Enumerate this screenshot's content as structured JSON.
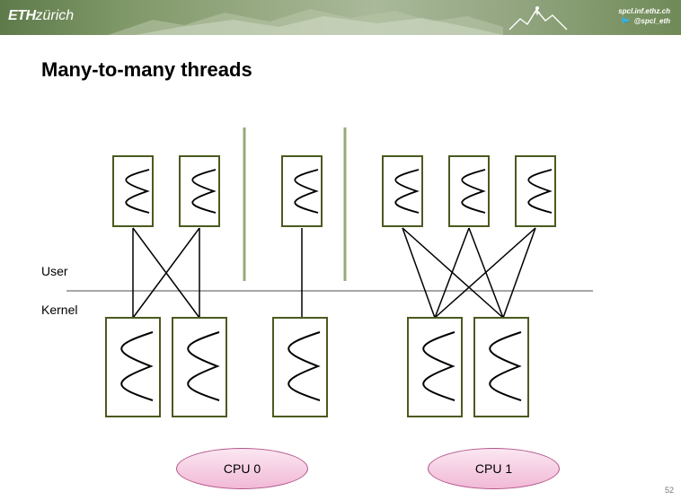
{
  "header": {
    "logo_bold": "ETH",
    "logo_rest": "zürich",
    "site": "spcl.inf.ethz.ch",
    "twitter_handle": "@spcl_eth",
    "twitter_icon": "twitter-bird-icon",
    "mountain_icon": "hiker-mountain-icon"
  },
  "title": "Many-to-many threads",
  "labels": {
    "user": "User",
    "kernel": "Kernel"
  },
  "cpus": [
    {
      "label": "CPU 0"
    },
    {
      "label": "CPU 1"
    }
  ],
  "colors": {
    "thread_box_border": "#4b5a1f",
    "divider": "#9aa87a",
    "cpu_fill": "#f1b9d6"
  },
  "page_number": "52"
}
